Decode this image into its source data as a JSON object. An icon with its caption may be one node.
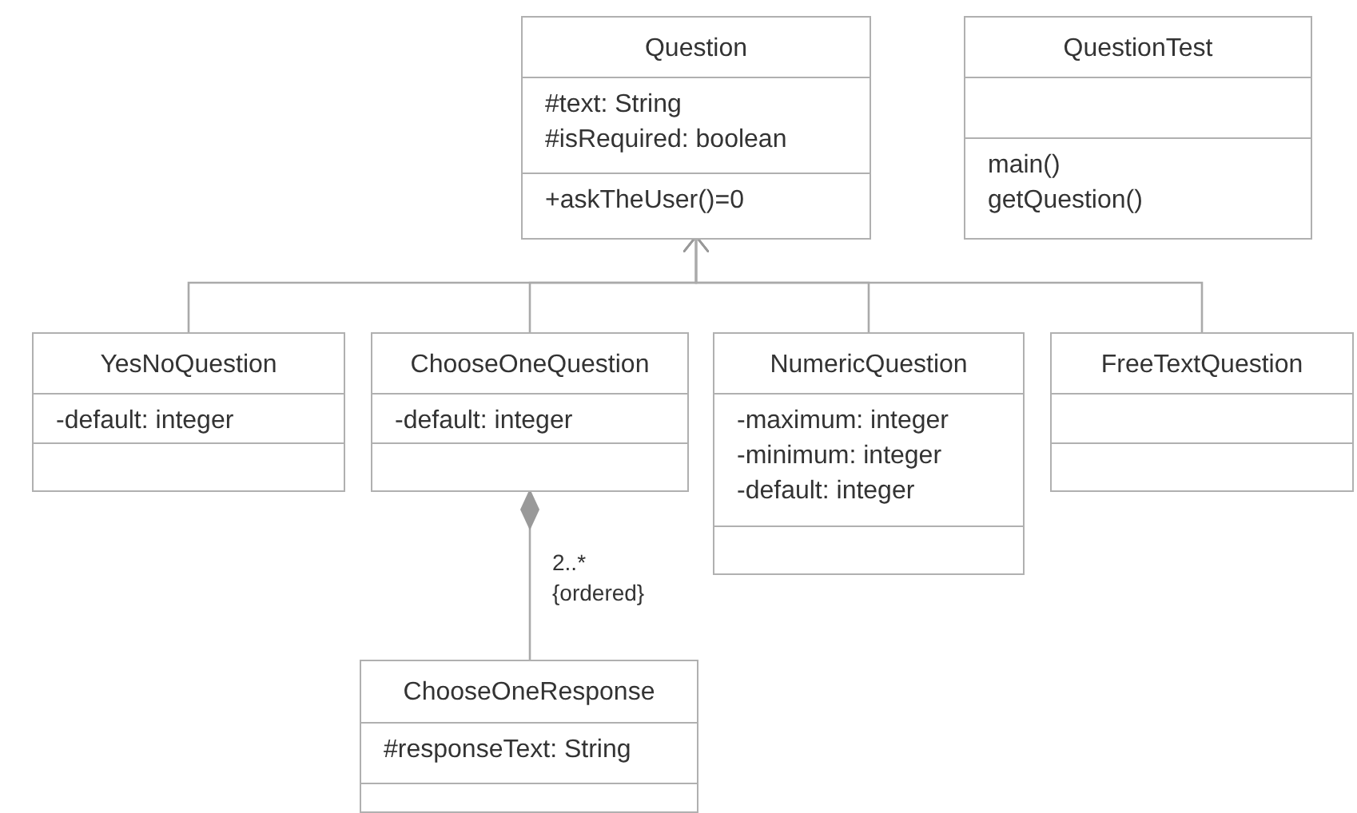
{
  "diagram": {
    "nodes": [
      {
        "text": [
          "Question",
          "#text: String",
          "#isRequired: boolean",
          "+askTheUser()=0"
        ]
      },
      {
        "text": [
          "QuestionTest",
          "main()",
          "getQuestion()"
        ]
      },
      {
        "text": [
          "YesNoQuestion",
          "-default: integer"
        ]
      },
      {
        "text": [
          "ChooseOneQuestion",
          "-default: integer"
        ]
      },
      {
        "text": [
          "NumericQuestion",
          "-maximum: integer",
          "-minimum: integer",
          "-default: integer"
        ]
      },
      {
        "text": [
          "FreeTextQuestion"
        ]
      },
      {
        "text": [
          "ChooseOneResponse",
          "#responseText: String"
        ]
      }
    ],
    "edges": [
      {
        "from": 2,
        "to": 0,
        "arrow": "to"
      },
      {
        "from": 3,
        "to": 0,
        "arrow": "to"
      },
      {
        "from": 4,
        "to": 0,
        "arrow": "to"
      },
      {
        "from": 5,
        "to": 0,
        "arrow": "to"
      },
      {
        "from": 6,
        "to": 3,
        "arrow": "other",
        "label": "2..* {ordered}"
      }
    ]
  }
}
